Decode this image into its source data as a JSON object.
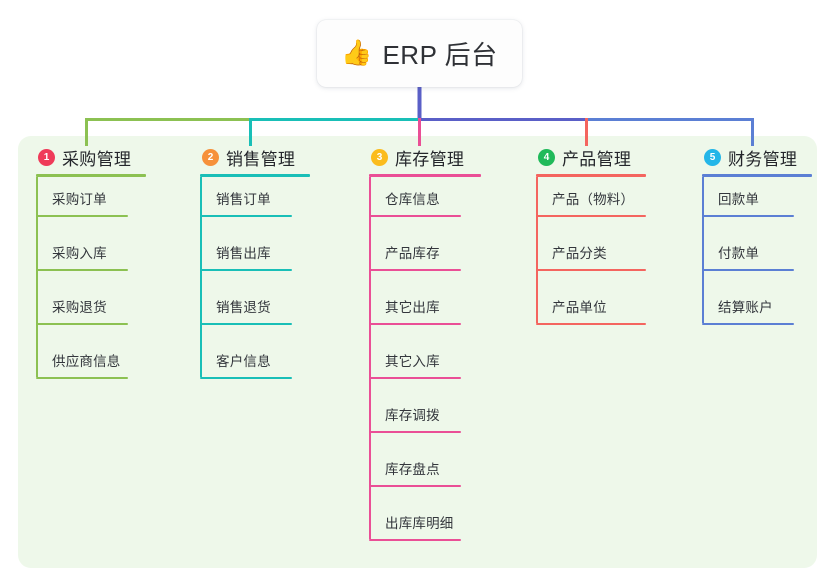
{
  "root": {
    "icon": "thumbs-up-icon",
    "emoji": "👍",
    "title": "ERP 后台"
  },
  "diagram": {
    "type": "tree",
    "orientation": "top-down",
    "panel_color": "#eef8ea",
    "trunk_color": "#5a5fc7"
  },
  "columns": [
    {
      "number": "1",
      "title": "采购管理",
      "badge_color": "#ef3b59",
      "line_color": "#8cc152",
      "items": [
        {
          "label": "采购订单"
        },
        {
          "label": "采购入库"
        },
        {
          "label": "采购退货"
        },
        {
          "label": "供应商信息"
        }
      ]
    },
    {
      "number": "2",
      "title": "销售管理",
      "badge_color": "#f6913b",
      "line_color": "#19bfb7",
      "items": [
        {
          "label": "销售订单"
        },
        {
          "label": "销售出库"
        },
        {
          "label": "销售退货"
        },
        {
          "label": "客户信息"
        }
      ]
    },
    {
      "number": "3",
      "title": "库存管理",
      "badge_color": "#fbbc1d",
      "line_color": "#ea4f96",
      "items": [
        {
          "label": "仓库信息"
        },
        {
          "label": "产品库存"
        },
        {
          "label": "其它出库"
        },
        {
          "label": "其它入库"
        },
        {
          "label": "库存调拨"
        },
        {
          "label": "库存盘点"
        },
        {
          "label": "出库库明细"
        }
      ]
    },
    {
      "number": "4",
      "title": "产品管理",
      "badge_color": "#20ba5a",
      "line_color": "#f4655f",
      "items": [
        {
          "label": "产品（物料）"
        },
        {
          "label": "产品分类"
        },
        {
          "label": "产品单位"
        }
      ]
    },
    {
      "number": "5",
      "title": "财务管理",
      "badge_color": "#24b6e8",
      "line_color": "#5b7fd4",
      "items": [
        {
          "label": "回款单"
        },
        {
          "label": "付款单"
        },
        {
          "label": "结算账户"
        }
      ]
    }
  ]
}
